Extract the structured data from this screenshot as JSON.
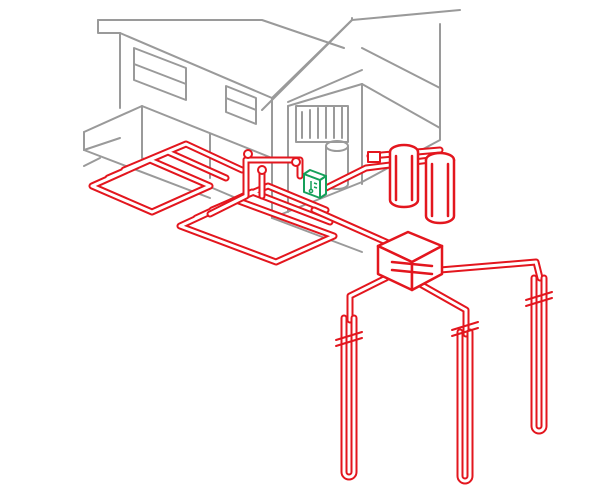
{
  "colors": {
    "background": "#ffffff",
    "house_outline": "#9a9a9a",
    "pipe": "#e3161e",
    "pipe_inner": "#ffffff",
    "heat_pump_fill": "#ffffff",
    "heat_pump_outline": "#16a05a"
  },
  "components": {
    "house": "house-outline",
    "heat_pump": "heat-pump-unit",
    "floor_loops": "underfloor-heating-loops",
    "buffer_tanks": "buffer-tank-pair",
    "distribution_box": "ground-distribution-chamber",
    "boreholes": "vertical-borehole-probes"
  },
  "icons": {
    "heat_pump_glyph": "thermometer-icon"
  }
}
